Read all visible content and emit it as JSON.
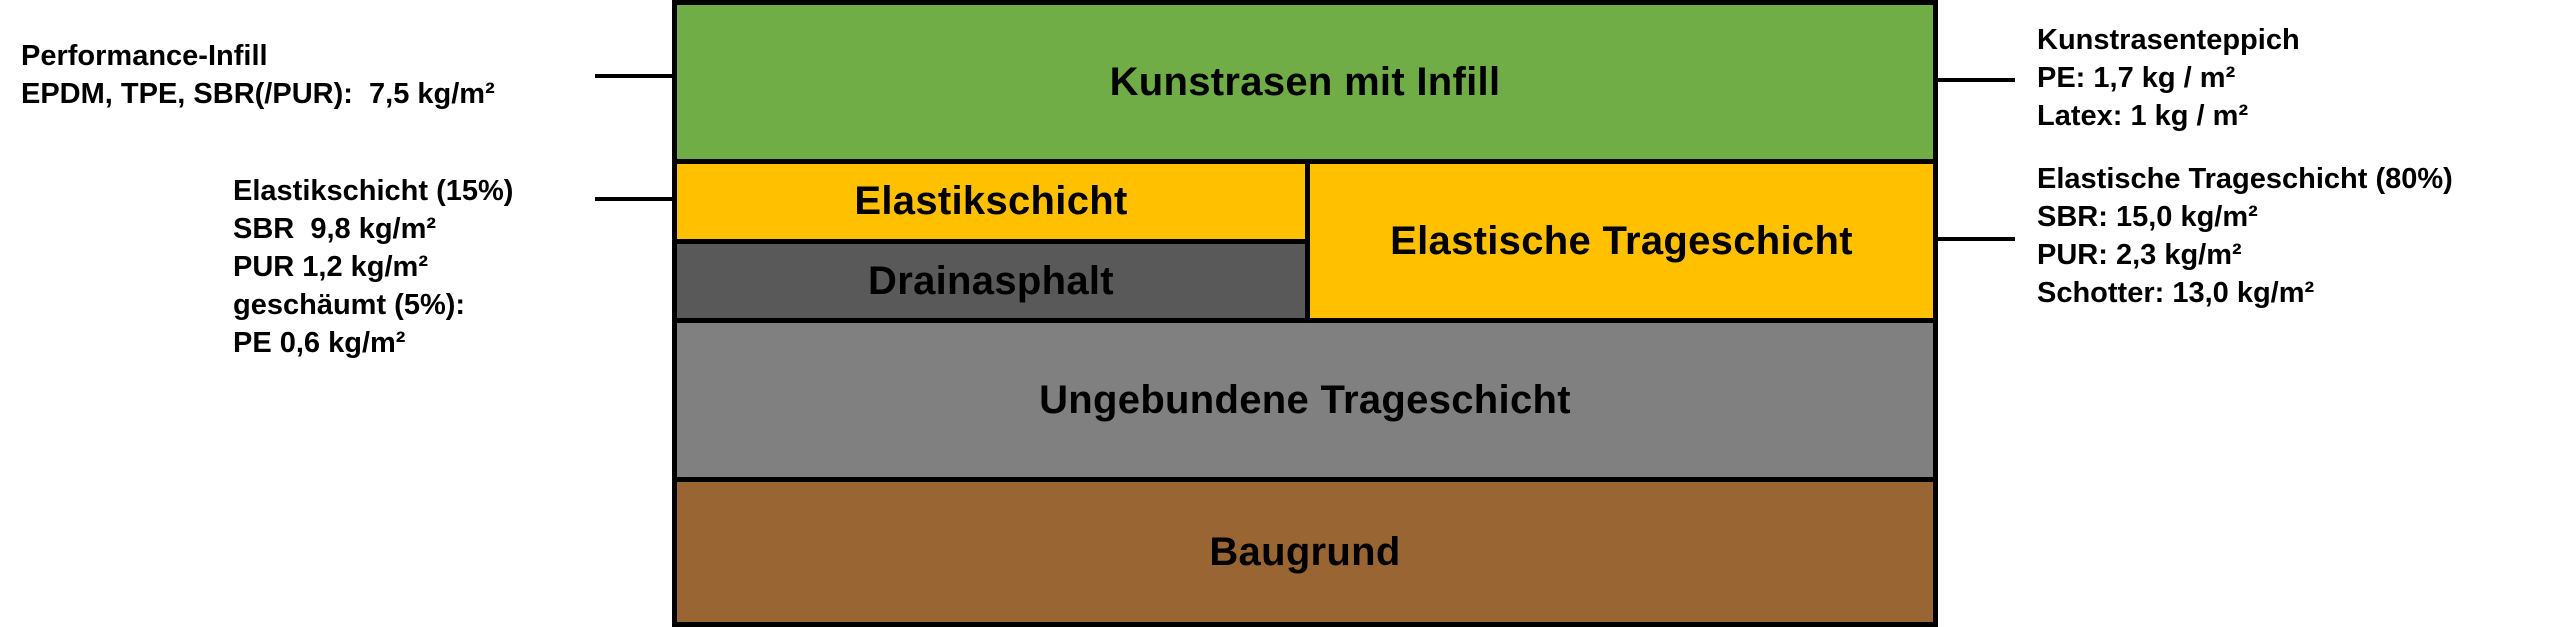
{
  "layers": {
    "turf": {
      "label": "Kunstrasen mit Infill",
      "color": "#70ad47"
    },
    "elastic_layer": {
      "label": "Elastikschicht",
      "color": "#ffc000"
    },
    "drain_asphalt": {
      "label": "Drainasphalt",
      "color": "#595959"
    },
    "elastic_base": {
      "label": "Elastische Trageschicht",
      "color": "#ffc000"
    },
    "unbound_base": {
      "label": "Ungebundene Trageschicht",
      "color": "#808080"
    },
    "subgrade": {
      "label": "Baugrund",
      "color": "#996633"
    }
  },
  "annotations": {
    "infill": {
      "lines": [
        "Performance-Infill",
        "EPDM, TPE, SBR(/PUR):  7,5 kg/m²"
      ]
    },
    "elastic_layer": {
      "lines": [
        "Elastikschicht (15%)",
        "SBR  9,8 kg/m²",
        "PUR 1,2 kg/m²",
        "geschäumt (5%):",
        "PE 0,6 kg/m²"
      ]
    },
    "turf_carpet": {
      "lines": [
        "Kunstrasenteppich",
        "PE: 1,7 kg / m²",
        "Latex: 1 kg / m²"
      ]
    },
    "elastic_base": {
      "lines": [
        "Elastische Trageschicht (80%)",
        "SBR: 15,0 kg/m²",
        "PUR: 2,3 kg/m²",
        "Schotter: 13,0 kg/m²"
      ]
    }
  }
}
